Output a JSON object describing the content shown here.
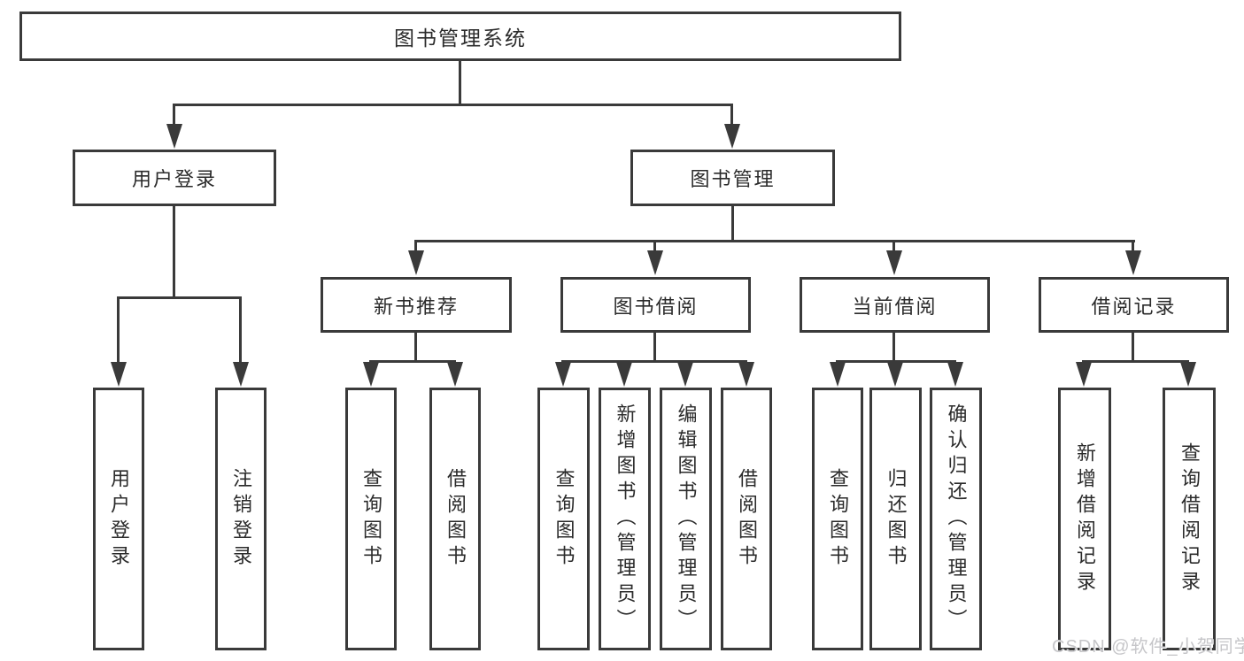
{
  "colors": {
    "line": "#3a3a3a",
    "text": "#2b2b2b",
    "background": "#ffffff",
    "watermark": "#c6c6c9"
  },
  "watermark": "CSDN @软件_小贺同学",
  "tree": {
    "root": {
      "label": "图书管理系统"
    },
    "children": [
      {
        "label": "用户登录",
        "children": [
          {
            "label": "用户登录"
          },
          {
            "label": "注销登录"
          }
        ]
      },
      {
        "label": "图书管理",
        "children": [
          {
            "label": "新书推荐",
            "children": [
              {
                "label": "查询图书"
              },
              {
                "label": "借阅图书"
              }
            ]
          },
          {
            "label": "图书借阅",
            "children": [
              {
                "label": "查询图书"
              },
              {
                "label": "新增图书（管理员）"
              },
              {
                "label": "编辑图书（管理员）"
              },
              {
                "label": "借阅图书"
              }
            ]
          },
          {
            "label": "当前借阅",
            "children": [
              {
                "label": "查询图书"
              },
              {
                "label": "归还图书"
              },
              {
                "label": "确认归还（管理员）"
              }
            ]
          },
          {
            "label": "借阅记录",
            "children": [
              {
                "label": "新增借阅记录"
              },
              {
                "label": "查询借阅记录"
              }
            ]
          }
        ]
      }
    ]
  }
}
